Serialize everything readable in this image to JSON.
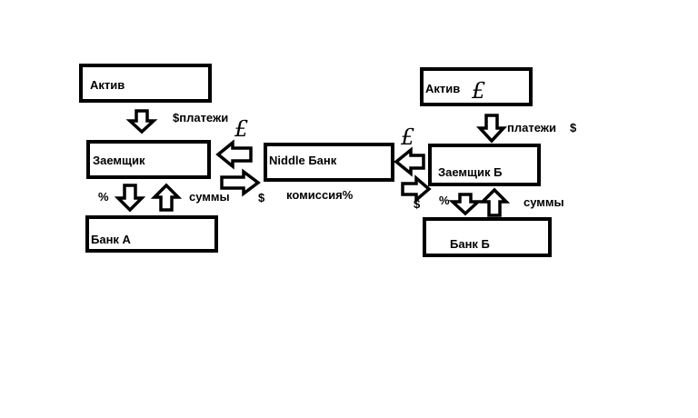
{
  "boxes": {
    "asset_left": "Актив",
    "borrower_left": "Заемщик",
    "bank_a": "Банк А",
    "middle_bank": "Niddle Банк",
    "asset_right": "Актив",
    "borrower_right": "Заемщик Б",
    "bank_b": "Банк Б"
  },
  "labels": {
    "payments_left": "$платежи",
    "percent_left": "%",
    "sums_left": "суммы",
    "dollar_mid": "$",
    "commission": "комиссия%",
    "payments_right": "платежи",
    "dollar_right_top": "$",
    "dollar_right": "$",
    "percent_right": "%",
    "sums_right": "суммы",
    "pound_left": "£",
    "pound_mid": "£",
    "pound_asset": "£"
  }
}
